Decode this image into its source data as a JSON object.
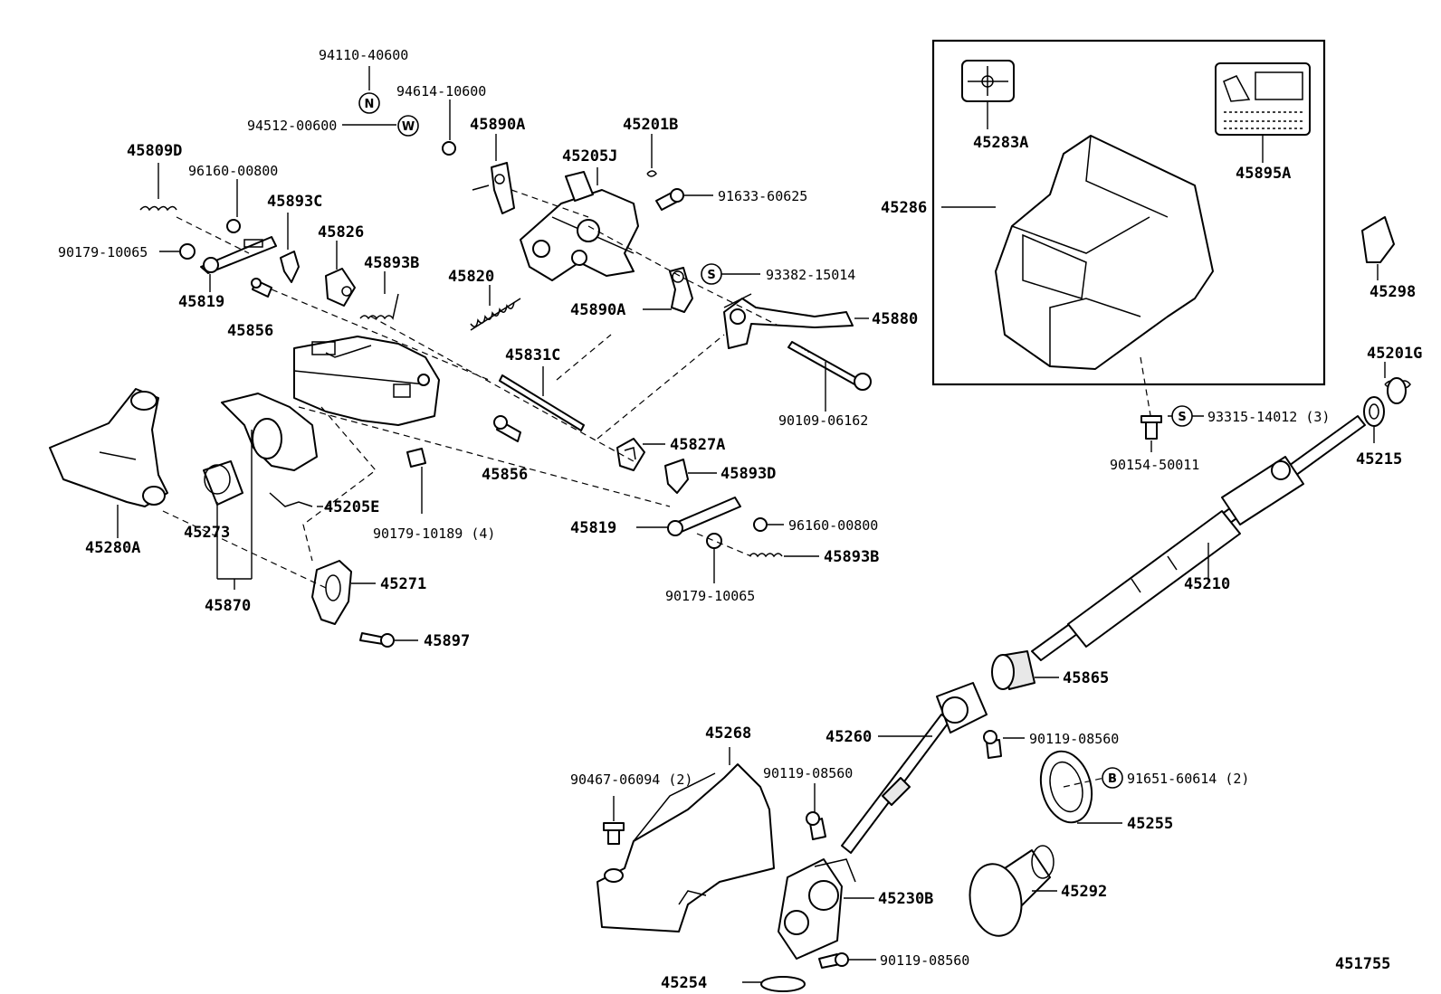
{
  "callouts": {
    "c94110": "94110-40600",
    "c94614": "94614-10600",
    "c94512": "94512-00600",
    "c45890a_top": "45890A",
    "c45201b": "45201B",
    "c45205j": "45205J",
    "c91633": "91633-60625",
    "c45809d": "45809D",
    "c96160_top": "96160-00800",
    "c45893c": "45893C",
    "c45826": "45826",
    "c45893b_top": "45893B",
    "c90179_top": "90179-10065",
    "c45819_top": "45819",
    "c45856_top": "45856",
    "c45820": "45820",
    "c93382": "93382-15014",
    "c45890a_mid": "45890A",
    "c45880": "45880",
    "c45831c": "45831C",
    "c90109": "90109-06162",
    "c45827a": "45827A",
    "c45856_mid": "45856",
    "c45893d": "45893D",
    "c45205e": "45205E",
    "c90179_10189": "90179-10189 (4)",
    "c45280a": "45280A",
    "c45273": "45273",
    "c45819_mid": "45819",
    "c96160_mid": "96160-00800",
    "c45893b_mid": "45893B",
    "c90179_mid": "90179-10065",
    "c45271": "45271",
    "c45870": "45870",
    "c45897": "45897",
    "c45283a": "45283A",
    "c45895a": "45895A",
    "c45286": "45286",
    "c45298": "45298",
    "c45201g": "45201G",
    "c93315": "93315-14012 (3)",
    "c90154": "90154-50011",
    "c45215": "45215",
    "c45210": "45210",
    "c45865": "45865",
    "c45268": "45268",
    "c45260": "45260",
    "c90119_a": "90119-08560",
    "c90467": "90467-06094 (2)",
    "c90119_b": "90119-08560",
    "c91651": "91651-60614 (2)",
    "c45255": "45255",
    "c45230b": "45230B",
    "c45292": "45292",
    "c90119_c": "90119-08560",
    "c45254": "45254"
  },
  "symbols": {
    "n": "N",
    "w": "W",
    "s1": "S",
    "s2": "S",
    "b": "B"
  },
  "figure_id": "451755"
}
